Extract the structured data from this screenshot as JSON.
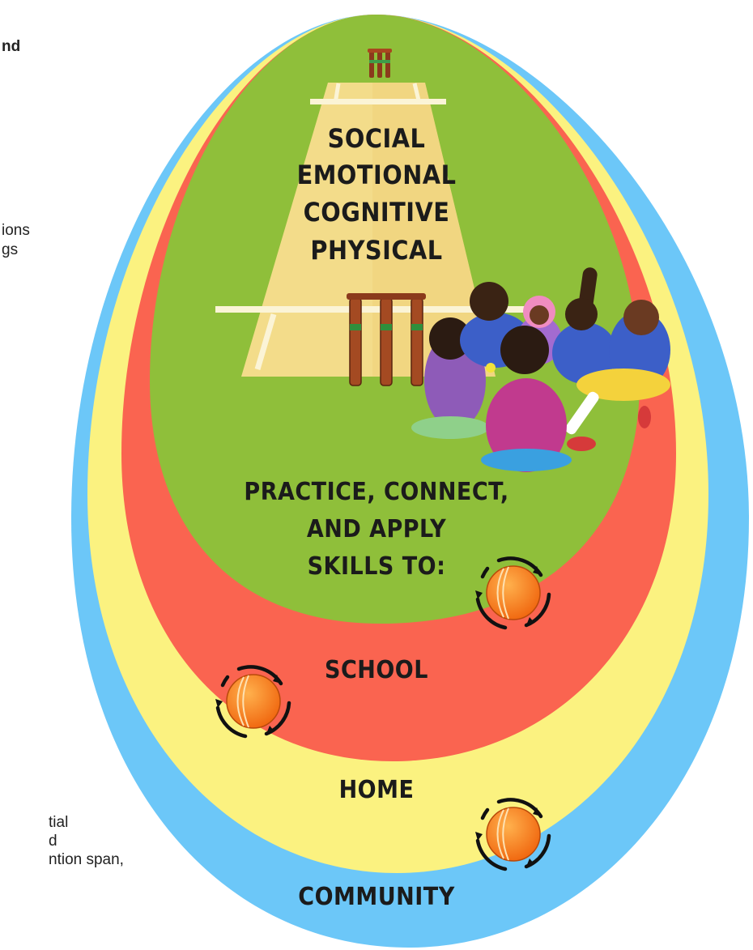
{
  "side_text": {
    "top": "nd",
    "middle_lines": [
      "ions",
      "gs"
    ],
    "bottom_lines": [
      "tial",
      "d",
      "ntion span,"
    ]
  },
  "pitch_labels": [
    "SOCIAL",
    "EMOTIONAL",
    "COGNITIVE",
    "PHYSICAL"
  ],
  "practice_lines": [
    "PRACTICE, CONNECT,",
    "AND APPLY",
    "SKILLS TO:"
  ],
  "rings": {
    "school": "SCHOOL",
    "home": "HOME",
    "community": "COMMUNITY"
  },
  "colors": {
    "community_ring": "#6cc7f8",
    "home_ring": "#fbf280",
    "school_ring": "#fa6450",
    "core": "#8fbf3a",
    "pitch": "#f3dc8a",
    "ball": "#f5771e"
  },
  "icons": [
    "cricket-ball-cycle-icon",
    "wicket-stumps-icon"
  ]
}
